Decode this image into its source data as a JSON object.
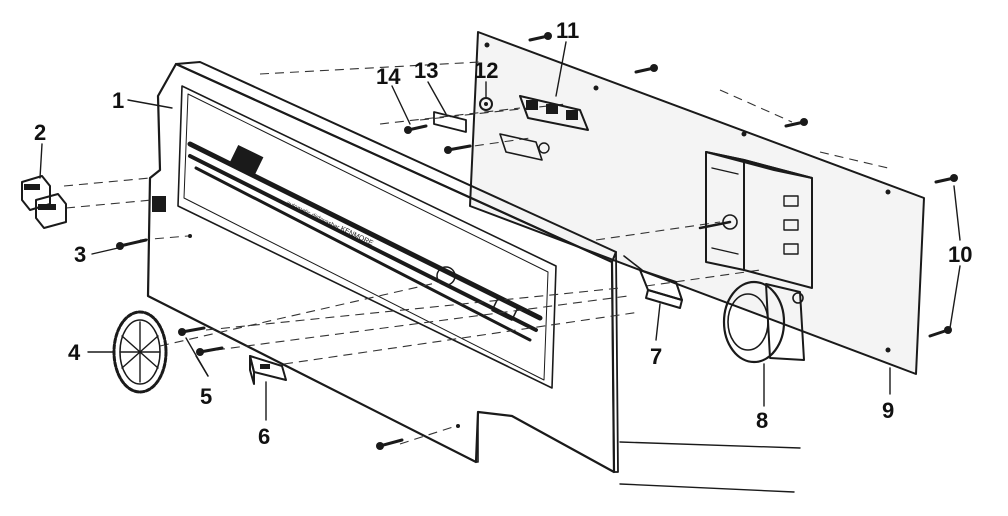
{
  "colors": {
    "ink": "#1a1a1a",
    "background": "#ffffff"
  },
  "panel_text": {
    "brand": "KENMORE",
    "line": "automatic dishwasher"
  },
  "callouts": [
    {
      "id": "1",
      "label": "1",
      "part": "console-panel"
    },
    {
      "id": "2",
      "label": "2",
      "part": "push-buttons"
    },
    {
      "id": "3",
      "label": "3",
      "part": "screw"
    },
    {
      "id": "4",
      "label": "4",
      "part": "timer-knob"
    },
    {
      "id": "5",
      "label": "5",
      "part": "screws"
    },
    {
      "id": "6",
      "label": "6",
      "part": "switch-button"
    },
    {
      "id": "7",
      "label": "7",
      "part": "rocker-switch"
    },
    {
      "id": "8",
      "label": "8",
      "part": "timer-motor"
    },
    {
      "id": "9",
      "label": "9",
      "part": "back-plate"
    },
    {
      "id": "10",
      "label": "10",
      "part": "screws"
    },
    {
      "id": "11",
      "label": "11",
      "part": "push-button-switch"
    },
    {
      "id": "12",
      "label": "12",
      "part": "nut"
    },
    {
      "id": "13",
      "label": "13",
      "part": "bracket"
    },
    {
      "id": "14",
      "label": "14",
      "part": "screw"
    }
  ]
}
